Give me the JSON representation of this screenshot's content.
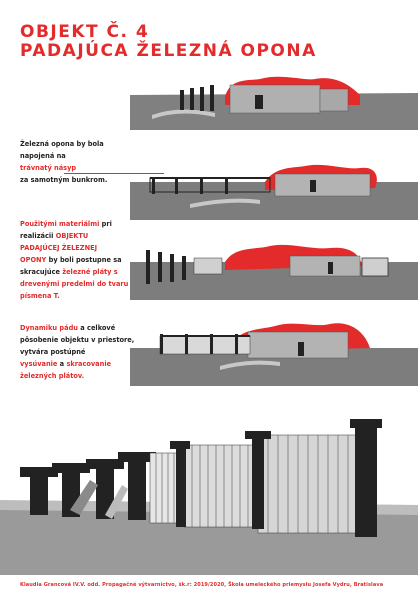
{
  "title": {
    "line1": "OBJEKT Č. 4",
    "line2": "PADAJÚCA ŽELEZNÁ OPONA"
  },
  "paragraphs": [
    {
      "l1": "Železná opona by bola",
      "l2": "napojená na",
      "l3_red": "trávnatý násyp",
      "l4": "za samotným bunkrom."
    },
    {
      "l1a_red": "Použitými materiálmi",
      "l1b": " pri",
      "l2a": "realizácii ",
      "l2b_red": "OBJEKTU",
      "l3_red": "PADAJÚCEJ ŽELEZNEJ",
      "l4a_red": "OPONY",
      "l4b": " by boli postupne sa",
      "l5a": "skracujúce ",
      "l5b_red": "železné pláty s",
      "l6_red": "drevenými predelmi do tvaru",
      "l7_red": "písmena T."
    },
    {
      "l1a_red": "Dynamiku pádu",
      "l1b": " a celkové",
      "l2": "pôsobenie objektu v priestore,",
      "l3": "vytvára postúpné",
      "l4a_red": "vysúvanie",
      "l4b": " a ",
      "l4c_red": "skracovanie",
      "l5_red": "železných plátov."
    }
  ],
  "footer": "Klaudia Grancová IV.V. odd. Propagačné výtvarníctvo, šk.r: 2019/2020, Škola umeleckého priemyslu Josefa Vydru, Bratislava",
  "colors": {
    "accent": "#e32b2b",
    "ground": "#7a7a7a",
    "pillar": "#222222"
  }
}
